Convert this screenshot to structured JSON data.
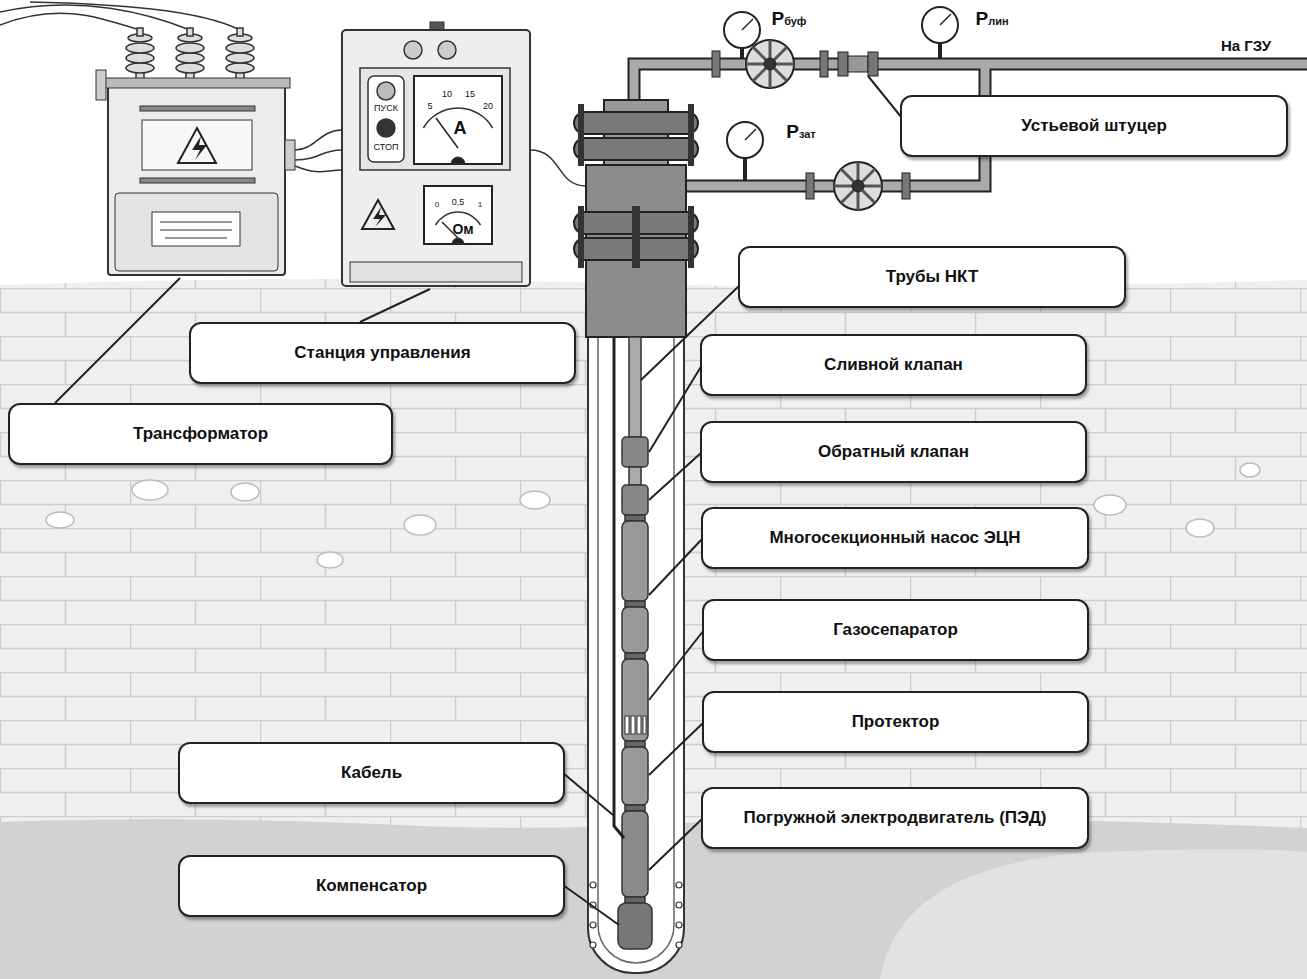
{
  "diagram": {
    "nodes": [
      {
        "text": [
          "Устьевой штуцер"
        ]
      },
      {
        "text": [
          "Трубы НКТ"
        ]
      },
      {
        "text": [
          "Станция управления"
        ]
      },
      {
        "text": [
          "Сливной клапан"
        ]
      },
      {
        "text": [
          "Трансформатор"
        ]
      },
      {
        "text": [
          "Обратный клапан"
        ]
      },
      {
        "text": [
          "Многосекционный насос ЭЦН"
        ]
      },
      {
        "text": [
          "Газосепаратор"
        ]
      },
      {
        "text": [
          "Протектор"
        ]
      },
      {
        "text": [
          "Кабель"
        ]
      },
      {
        "text": [
          "Погружной электродвигатель (ПЭД)"
        ]
      },
      {
        "text": [
          "Компенсатор"
        ]
      }
    ],
    "labels": [
      "Pбуф",
      "Pлин",
      "На ГЗУ",
      "5",
      "10",
      "15",
      "20",
      "ПУСК",
      "A",
      "Pзат",
      "СТОП",
      "0",
      "0,5",
      "1",
      "Ом"
    ]
  }
}
